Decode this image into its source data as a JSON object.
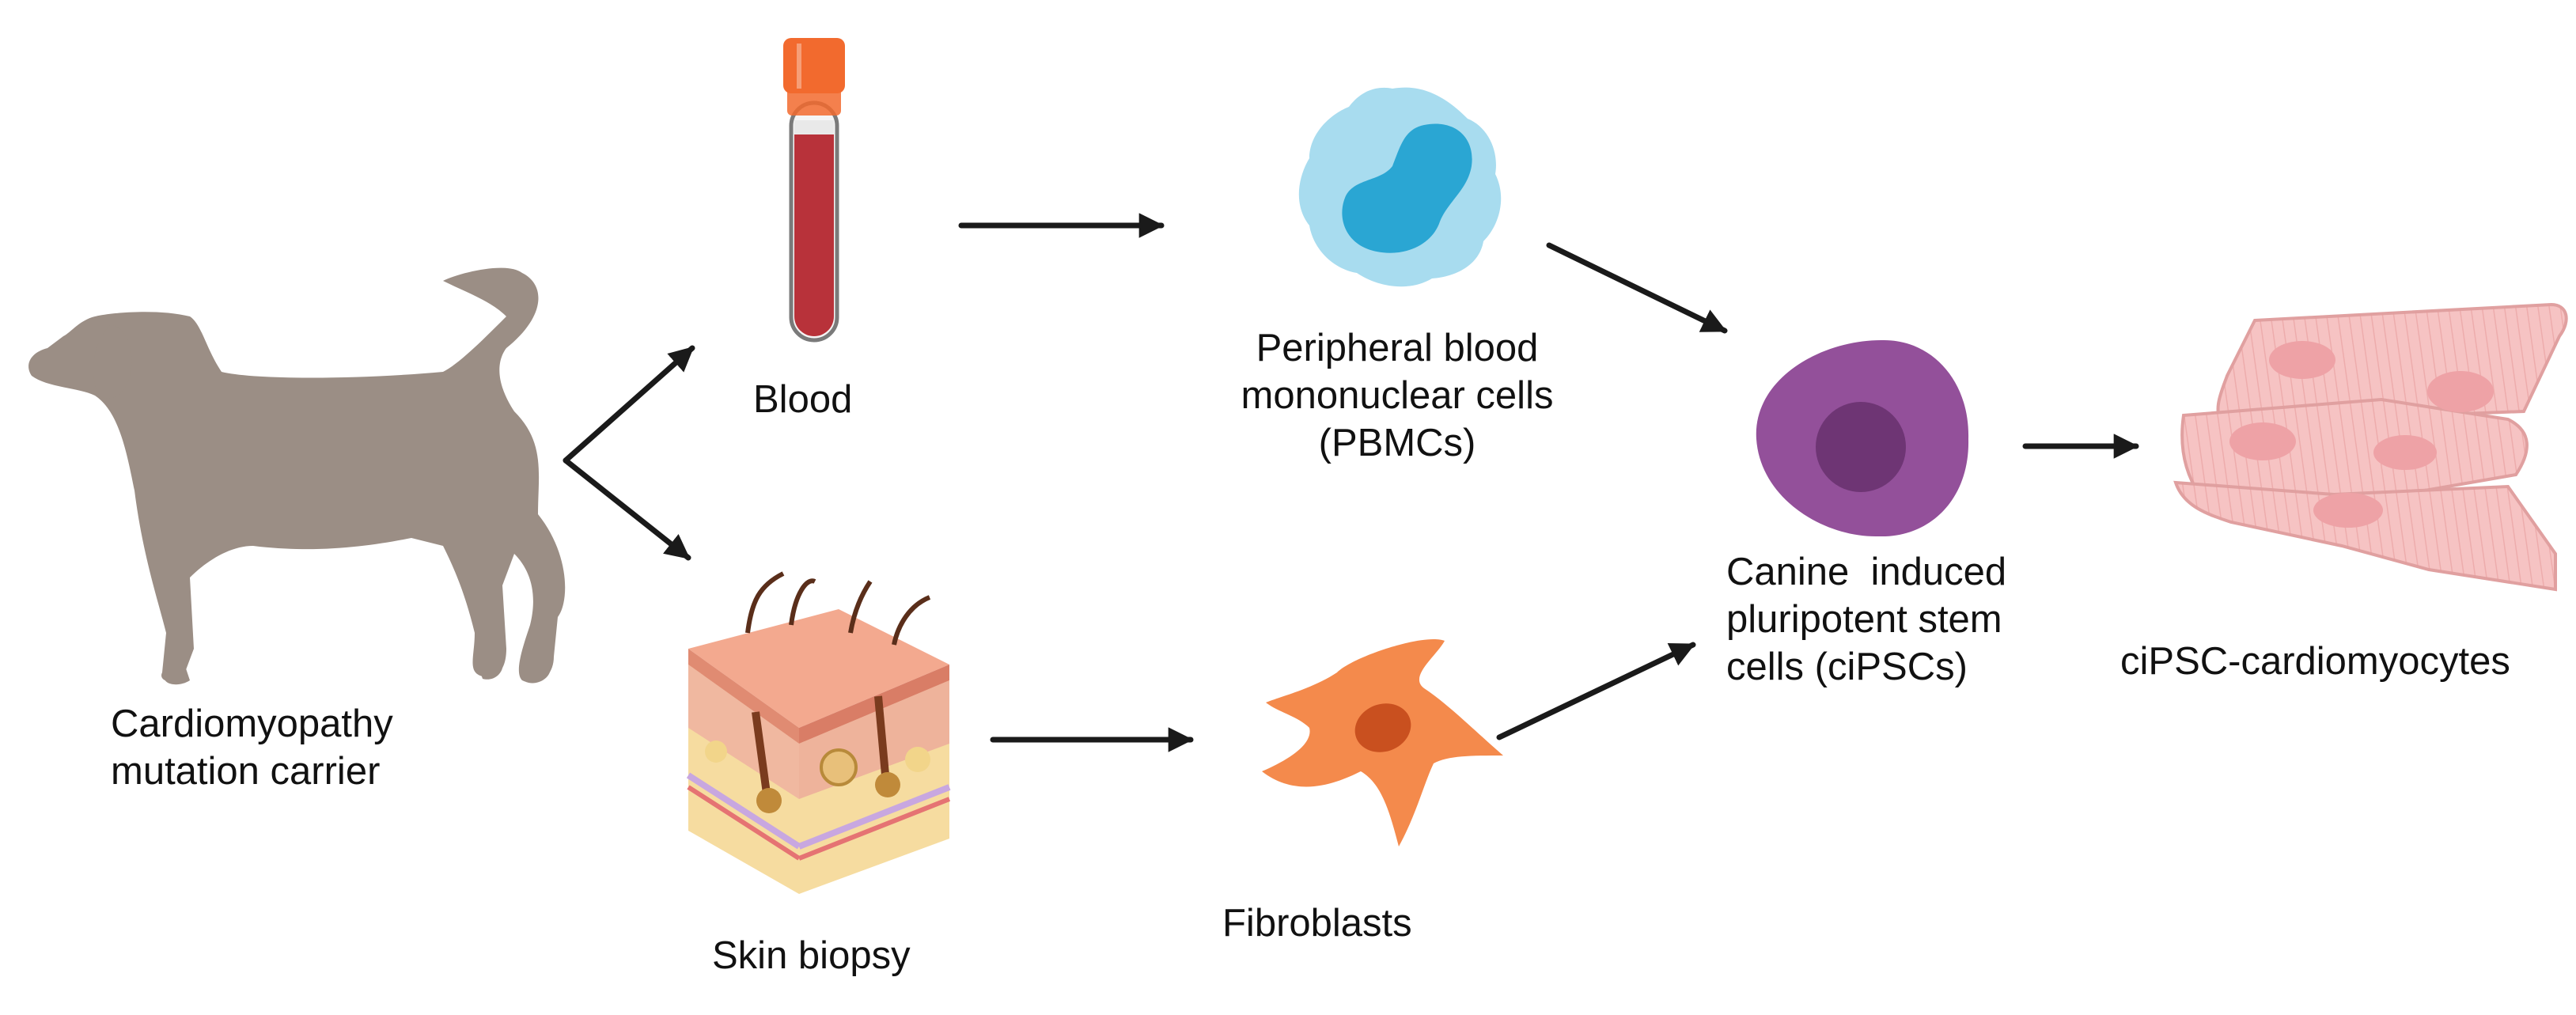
{
  "labels": {
    "dog": [
      "Cardiomyopathy",
      "mutation carrier"
    ],
    "blood": "Blood",
    "skin": "Skin biopsy",
    "pbmc": [
      "Peripheral blood",
      "mononuclear cells",
      "(PBMCs)"
    ],
    "fibroblasts": "Fibroblasts",
    "cipsc": [
      "Canine  induced",
      "pluripotent stem",
      "cells (ciPSCs)"
    ],
    "cardio": "ciPSC-cardiomyocytes"
  },
  "colors": {
    "arrow": "#1a1a1a",
    "dog": "#9b8e85",
    "tube_cap": "#f26a2e",
    "blood": "#b8323a",
    "pbmc_cell": "#a8dcef",
    "pbmc_nucleus": "#2aa6d3",
    "fibroblast": "#f48a4c",
    "fibroblast_nucleus": "#c9501f",
    "ipsc_cell": "#93509a",
    "ipsc_nucleus": "#6e3574",
    "cardiomyocyte": "#f6c3c3",
    "skin_top": "#f3a98f",
    "fat": "#f6dca0"
  },
  "icons": [
    "dog-icon",
    "blood-tube-icon",
    "skin-biopsy-icon",
    "pbmc-cell-icon",
    "fibroblast-icon",
    "ipsc-cell-icon",
    "cardiomyocytes-icon"
  ]
}
